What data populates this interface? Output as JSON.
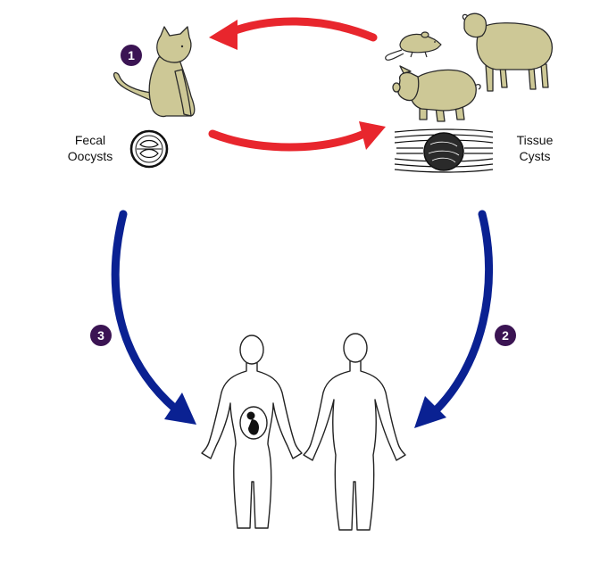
{
  "colors": {
    "animal_fill": "#cdc896",
    "outline": "#2a2a2a",
    "red_arrow": "#e8262d",
    "blue_arrow": "#0a2192",
    "step_badge": "#3b1453"
  },
  "labels": {
    "fecal_line1": "Fecal",
    "fecal_line2": "Oocysts",
    "tissue_line1": "Tissue",
    "tissue_line2": "Cysts"
  },
  "steps": {
    "step1": "1",
    "step2": "2",
    "step3": "3"
  },
  "icons": [
    "cat-icon",
    "mouse-icon",
    "sheep-icon",
    "pig-icon",
    "oocyst-icon",
    "tissue-cyst-icon",
    "pregnant-woman-figure",
    "fetus-icon",
    "man-figure"
  ]
}
